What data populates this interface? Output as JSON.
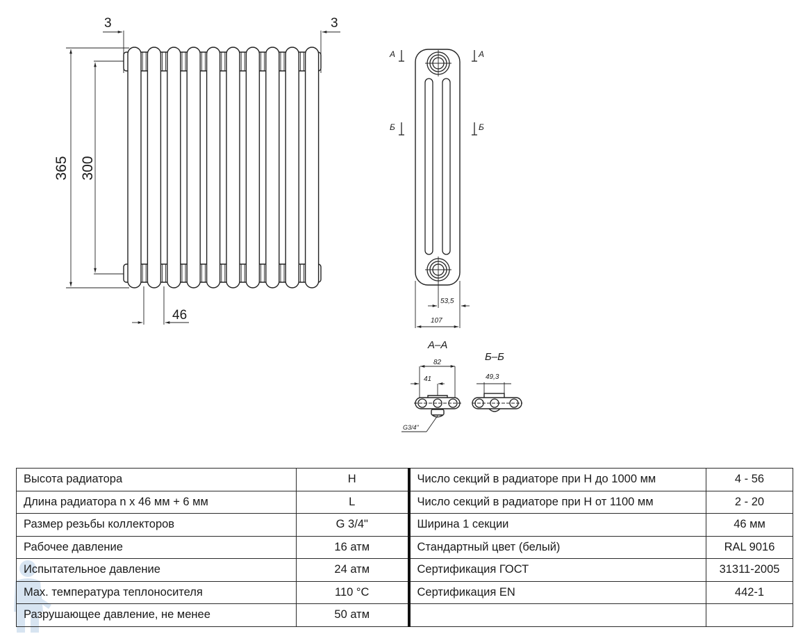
{
  "front_view": {
    "dim_overall_height": "365",
    "dim_axis_distance": "300",
    "dim_section_pitch": "46",
    "dim_left_offset": "3",
    "dim_right_offset": "3",
    "sections_drawn": 10
  },
  "side_view": {
    "cut_a_left": "А",
    "cut_a_right": "А",
    "cut_b_left": "Б",
    "cut_b_right": "Б",
    "dim_half_depth": "53,5",
    "dim_depth": "107"
  },
  "section_a": {
    "title": "А–А",
    "dim_width": "82",
    "dim_half": "41",
    "thread_label": "G3/4\""
  },
  "section_b": {
    "title": "Б–Б",
    "dim_width": "49,3"
  },
  "specs": {
    "left": [
      {
        "label": "Высота радиатора",
        "value": "H"
      },
      {
        "label": "Длина радиатора n x 46 мм + 6 мм",
        "value": "L"
      },
      {
        "label": "Размер резьбы коллекторов",
        "value": "G 3/4\""
      },
      {
        "label": "Рабочее давление",
        "value": "16 атм"
      },
      {
        "label": "Испытательное давление",
        "value": "24 атм"
      },
      {
        "label": "Max. температура теплоносителя",
        "value": "110 °C"
      },
      {
        "label": "Разрушающее давление, не менее",
        "value": "50 атм"
      }
    ],
    "right": [
      {
        "label": "Число секций в радиаторе при H до 1000 мм",
        "value": "4 - 56"
      },
      {
        "label": "Число секций в радиаторе при H от 1100 мм",
        "value": "2 - 20"
      },
      {
        "label": "Ширина 1 секции",
        "value": "46 мм"
      },
      {
        "label": "Стандартный цвет (белый)",
        "value": "RAL 9016"
      },
      {
        "label": "Сертификация ГОСТ",
        "value": "31311-2005"
      },
      {
        "label": "Сертификация EN",
        "value": "442-1"
      },
      {
        "label": "",
        "value": ""
      }
    ]
  },
  "colors": {
    "line": "#222222",
    "watermark": "#8fb3d9"
  }
}
